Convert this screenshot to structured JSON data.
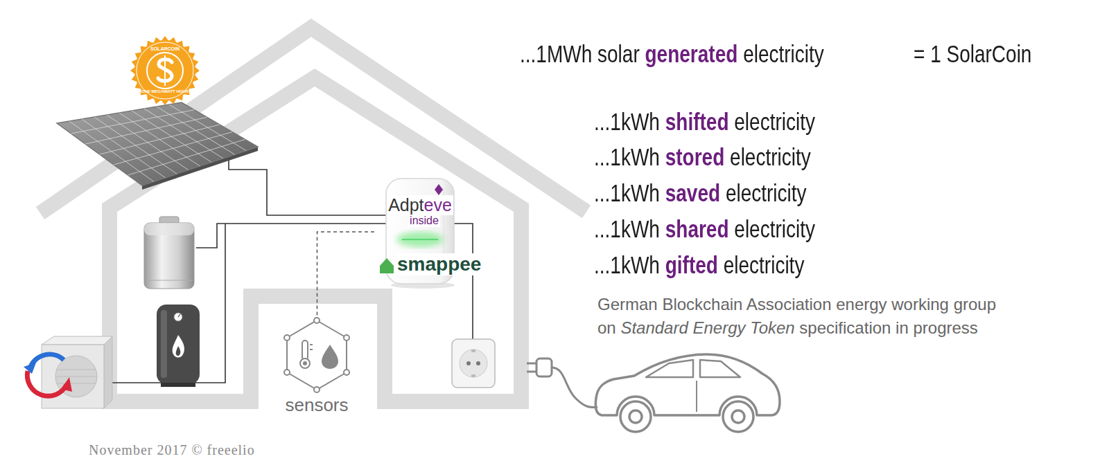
{
  "diagram": {
    "nodes": [
      {
        "text": [
          "Adpteve",
          "inside",
          "smappee"
        ]
      },
      {
        "text": [
          "sensors"
        ]
      }
    ],
    "edges": [
      {
        "from": 0,
        "to": 1,
        "arrow": "none"
      }
    ],
    "labels": [
      "SOLARCOIN",
      "ONE MEGAWATT HOUR",
      "...1MWh solar generated electricity",
      "= 1 SolarCoin",
      "...1kWh shifted electricity",
      "...1kWh stored electricity",
      "...1kWh saved electricity",
      "...1kWh shared electricity",
      "...1kWh gifted electricity",
      "German Blockchain Association energy working group on Standard Energy Token specification in progress",
      "November 2017 © freeelio"
    ]
  }
}
